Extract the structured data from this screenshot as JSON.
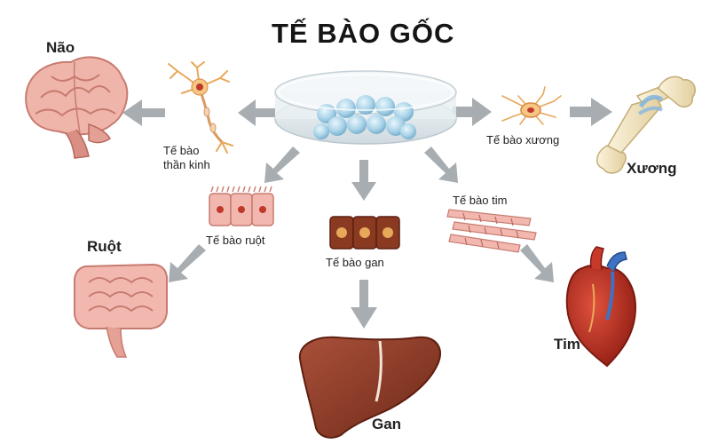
{
  "title": "TẾ BÀO GỐC",
  "organs": {
    "brain": "Não",
    "bone": "Xương",
    "intestine": "Ruột",
    "liver": "Gan",
    "heart": "Tim"
  },
  "cells": {
    "nerve_line1": "Tế bào",
    "nerve_line2": "thần kinh",
    "bone": "Tế bào xương",
    "intestine": "Tế bào ruột",
    "liver": "Tế bào gan",
    "heart": "Tế bào tim"
  },
  "colors": {
    "arrow": "#a8adb1",
    "brain": "#f0b5aa",
    "liver": "#8b3a22",
    "heart": "#b52a1e",
    "bone": "#f4e7c8",
    "cell_pink": "#f2b8b0",
    "dish_cells": "#9cc9e0"
  }
}
